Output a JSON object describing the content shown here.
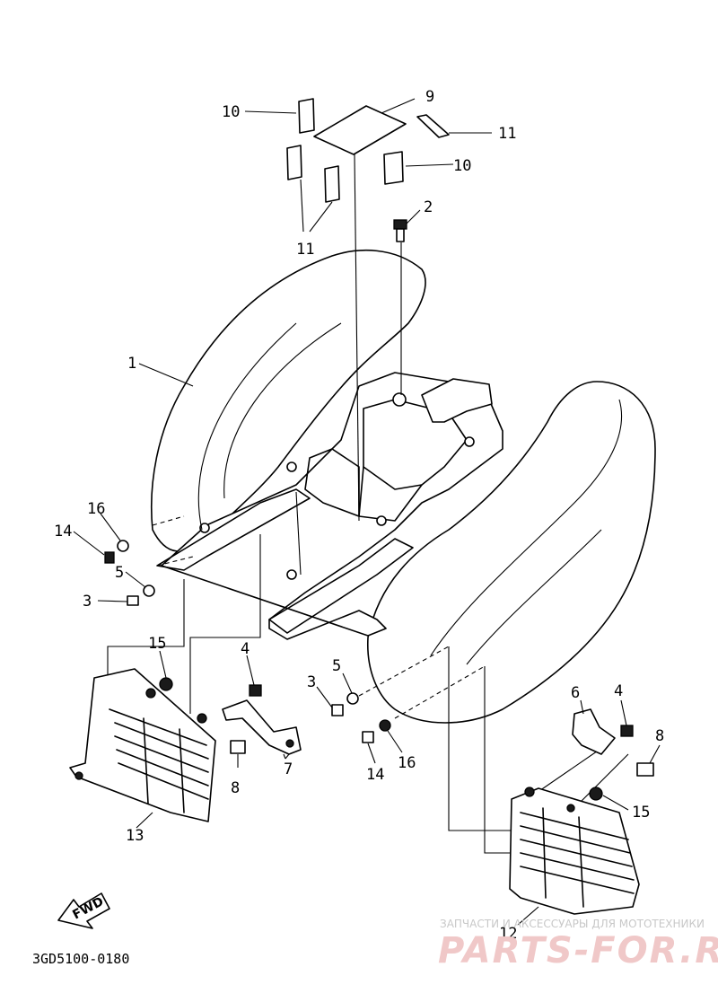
{
  "diagram": {
    "part_code": "3GD5100-0180",
    "fwd_label": "FWD",
    "callouts": {
      "c1": "1",
      "c2": "2",
      "c3a": "3",
      "c3b": "3",
      "c4a": "4",
      "c4b": "4",
      "c5a": "5",
      "c5b": "5",
      "c6": "6",
      "c7": "7",
      "c8a": "8",
      "c8b": "8",
      "c9": "9",
      "c10a": "10",
      "c10b": "10",
      "c11a": "11",
      "c11b": "11",
      "c12": "12",
      "c13": "13",
      "c14a": "14",
      "c14b": "14",
      "c15a": "15",
      "c15b": "15",
      "c16a": "16",
      "c16b": "16"
    }
  },
  "watermark": {
    "caption": "ЗАПЧАСТИ И АКСЕССУАРЫ ДЛЯ МОТОТЕХНИКИ",
    "brand": "PARTS-FOR.RU"
  }
}
